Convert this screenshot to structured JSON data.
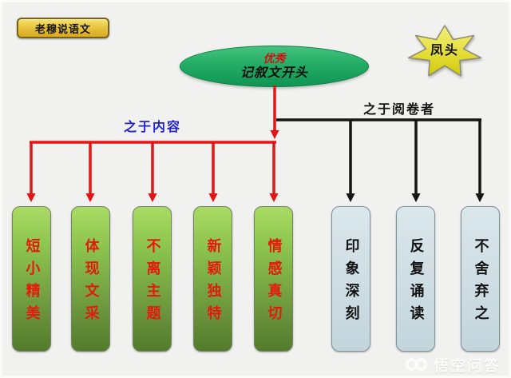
{
  "page": {
    "background": "#f1f1ef",
    "frame_border": "#fbfbfa"
  },
  "badge": {
    "label": "老穆说语文",
    "fill_top": "#f7e168",
    "fill_bottom": "#d6a922",
    "border": "#7c5f17",
    "text_color": "#141414"
  },
  "root": {
    "line1": "优秀",
    "line2": "记叙文开头",
    "line1_color": "#d11212",
    "line2_color": "#101010",
    "fill_top": "#47c27e",
    "fill_bottom": "#109552",
    "border": "#0c7f44"
  },
  "star": {
    "label": "凤头",
    "points": 7,
    "fill_top": "#f4f17c",
    "fill_bottom": "#d2ca06",
    "border": "#8a8a78",
    "text_color": "#101010"
  },
  "branches": {
    "left": {
      "label": "之于内容",
      "label_color": "#2222cc",
      "line_color": "#e51414",
      "child_count": 5
    },
    "right": {
      "label": "之于阅卷者",
      "label_color": "#121212",
      "line_color": "#141414",
      "child_count": 3
    }
  },
  "left_nodes": [
    {
      "text": "短小精美"
    },
    {
      "text": "体现文采"
    },
    {
      "text": "不离主题"
    },
    {
      "text": "新颖独特"
    },
    {
      "text": "情感真切"
    }
  ],
  "left_node_style": {
    "fill_top": "#a9db63",
    "fill_bottom": "#527c2b",
    "border": "#75836c",
    "text_color": "#e31b0c"
  },
  "right_nodes": [
    {
      "text": "印象深刻"
    },
    {
      "text": "反复诵读"
    },
    {
      "text": "不舍弃之"
    }
  ],
  "right_node_style": {
    "fill_top": "#dae7eb",
    "fill_bottom": "#c3d5dc",
    "border": "#7d939e",
    "text_color": "#141414"
  },
  "watermark": {
    "label": "悟空问答",
    "icon": "wukong-infinity-logo",
    "text_color": "rgba(255,255,255,0.88)"
  }
}
